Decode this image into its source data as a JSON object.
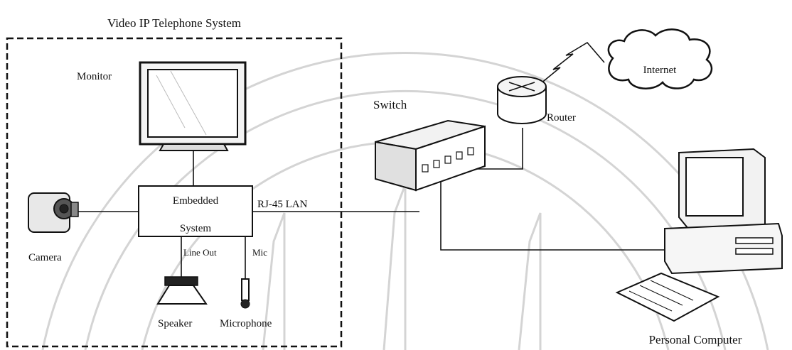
{
  "diagram": {
    "title": "Video IP Telephone System",
    "nodes": {
      "monitor": "Monitor",
      "embedded_line1": "Embedded",
      "embedded_line2": "System",
      "camera": "Camera",
      "speaker": "Speaker",
      "microphone": "Microphone",
      "switch": "Switch",
      "router": "Router",
      "internet": "Internet",
      "personal_computer": "Personal Computer"
    },
    "edges": {
      "lan": "RJ-45 LAN",
      "line_out": "Line Out",
      "mic": "Mic"
    }
  },
  "colors": {
    "ink": "#111111",
    "watermark": "#cfcfcf"
  }
}
